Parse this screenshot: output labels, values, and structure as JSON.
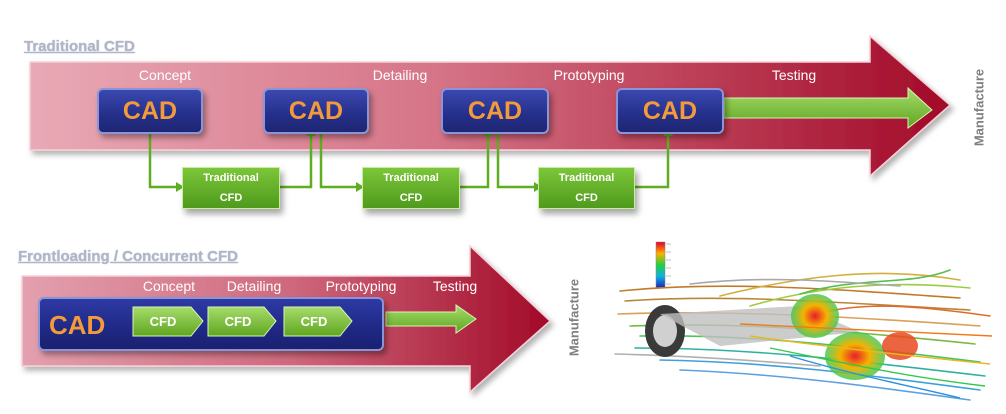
{
  "traditional": {
    "title": "Traditional CFD",
    "stages": [
      "Concept",
      "Detailing",
      "Prototyping",
      "Testing"
    ],
    "cad_label": "CAD",
    "cfd_line1": "Traditional",
    "cfd_line2": "CFD",
    "manufacture": "Manufacture"
  },
  "frontloading": {
    "title": "Frontloading / Concurrent CFD",
    "stages": [
      "Concept",
      "Detailing",
      "Prototyping",
      "Testing"
    ],
    "cad_label": "CAD",
    "cfd_labels": [
      "CFD",
      "CFD",
      "CFD"
    ],
    "manufacture": "Manufacture"
  },
  "colors": {
    "arrow_red_dark": "#a50d2a",
    "arrow_red_light": "#e7a6b3",
    "cad_blue": "#252f8a",
    "cad_text": "#f39a3a",
    "cfd_green": "#5fae22"
  },
  "figure": {
    "image": "race-car-cfd-streamlines",
    "legend": "color-scale-legend"
  }
}
